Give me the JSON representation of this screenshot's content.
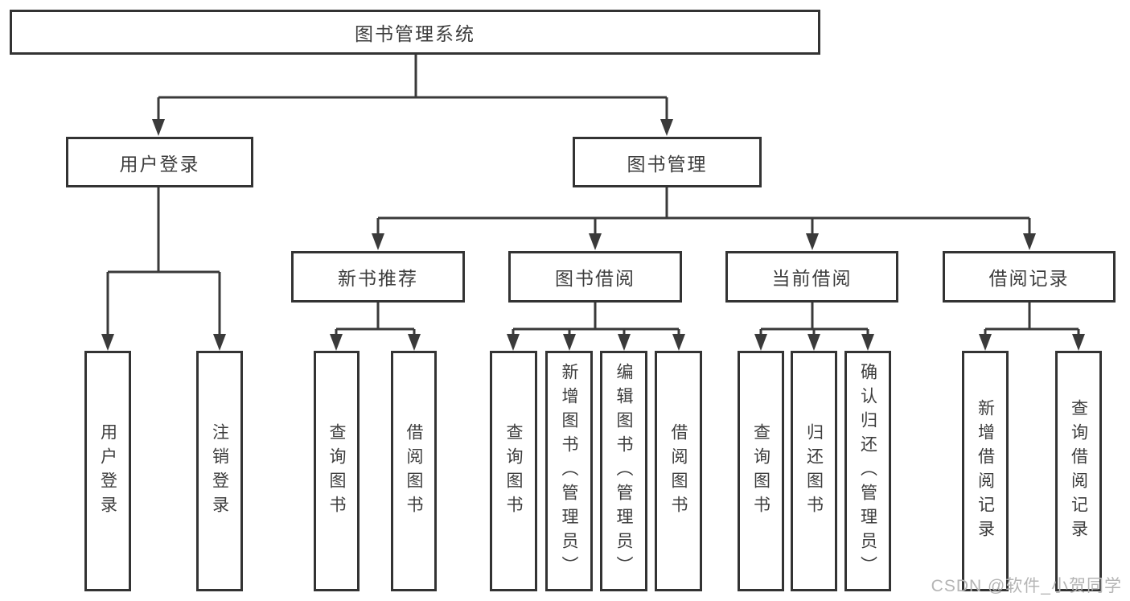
{
  "title": "图书管理系统",
  "watermark": "CSDN @软件_小贺同学",
  "colors": {
    "line": "#3a3a3a",
    "box_border": "#333333",
    "box_bg": "#ffffff",
    "text": "#3d3d3d",
    "watermark": "#b5b5b5"
  },
  "tree": {
    "label": "图书管理系统",
    "children": [
      {
        "label": "用户登录",
        "children": [
          {
            "label": "用户登录"
          },
          {
            "label": "注销登录"
          }
        ]
      },
      {
        "label": "图书管理",
        "children": [
          {
            "label": "新书推荐",
            "children": [
              {
                "label": "查询图书"
              },
              {
                "label": "借阅图书"
              }
            ]
          },
          {
            "label": "图书借阅",
            "children": [
              {
                "label": "查询图书"
              },
              {
                "label": "新增图书（管理员）"
              },
              {
                "label": "编辑图书（管理员）"
              },
              {
                "label": "借阅图书"
              }
            ]
          },
          {
            "label": "当前借阅",
            "children": [
              {
                "label": "查询图书"
              },
              {
                "label": "归还图书"
              },
              {
                "label": "确认归还（管理员）"
              }
            ]
          },
          {
            "label": "借阅记录",
            "children": [
              {
                "label": "新增借阅记录"
              },
              {
                "label": "查询借阅记录"
              }
            ]
          }
        ]
      }
    ]
  }
}
